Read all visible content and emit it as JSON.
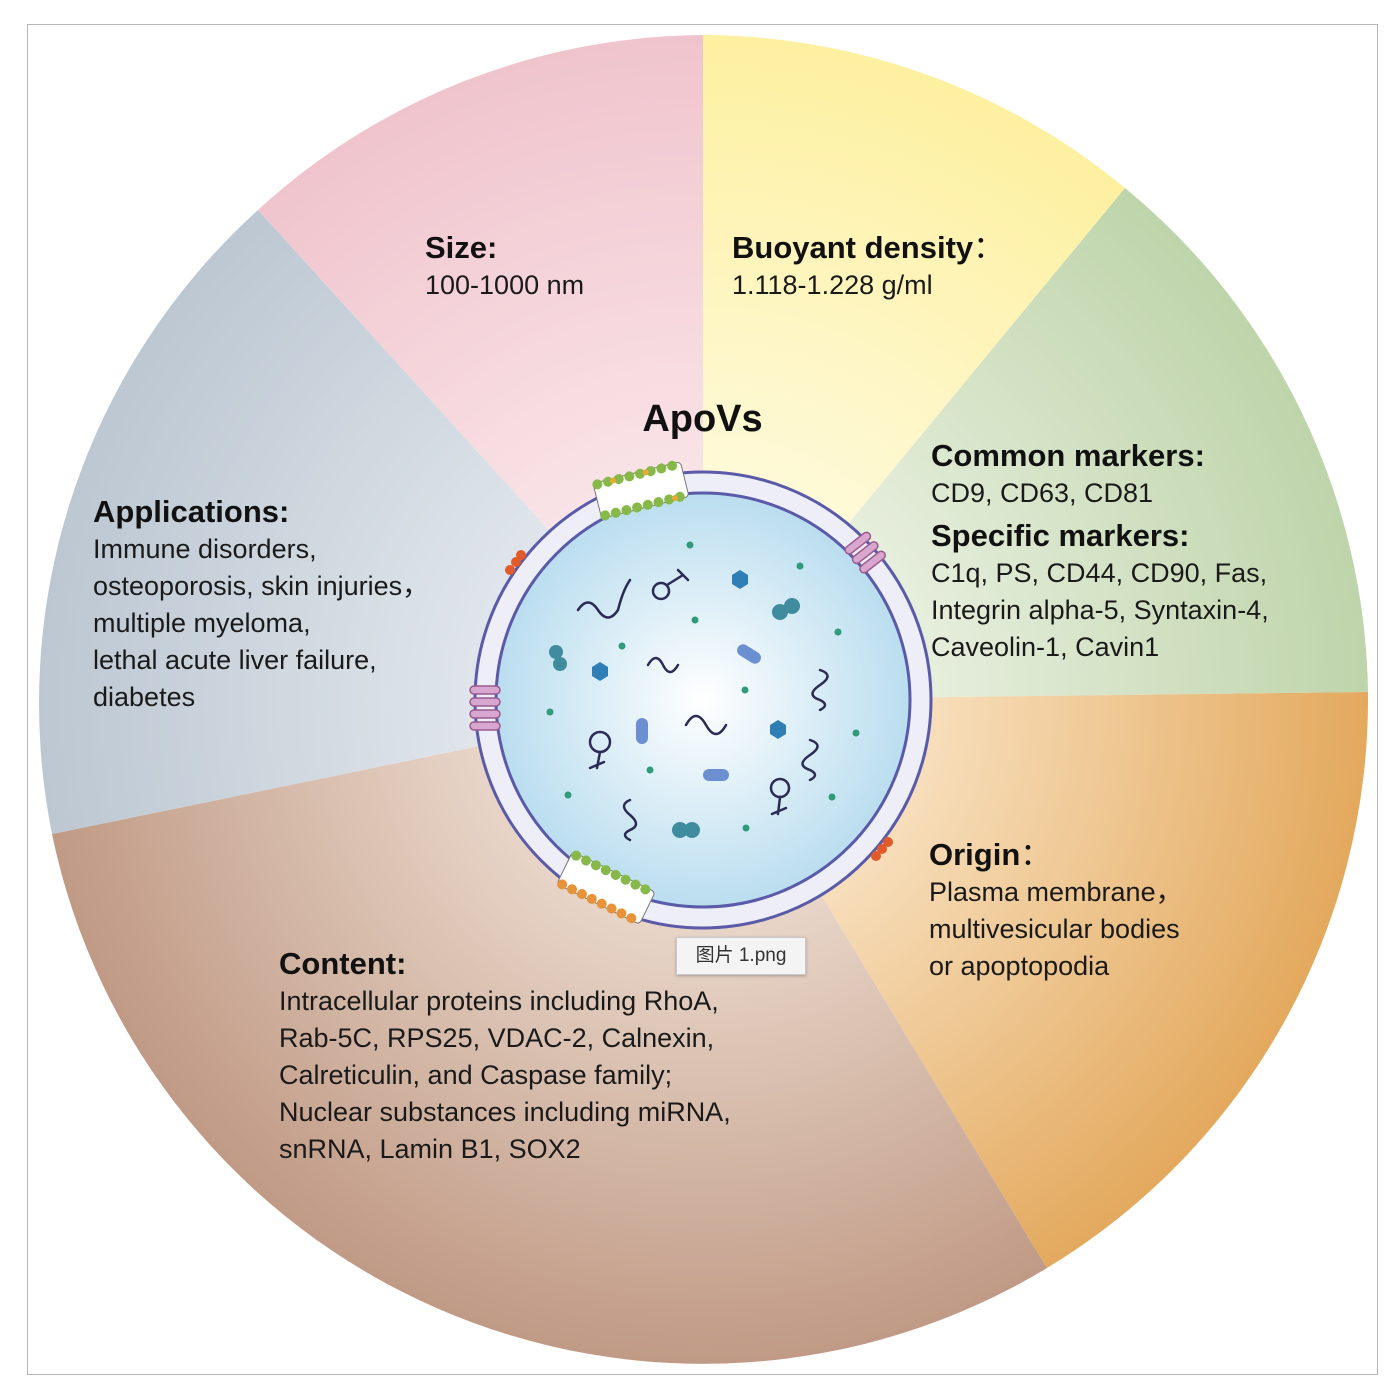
{
  "title": "ApoVs",
  "sections": {
    "size": {
      "heading": "Size:",
      "lines": [
        "100-1000 nm"
      ]
    },
    "density": {
      "heading": "Buoyant density",
      "punct": "：",
      "lines": [
        "1.118-1.228 g/ml"
      ]
    },
    "markers": {
      "common_heading": "Common markers:",
      "common_lines": [
        "CD9, CD63, CD81"
      ],
      "specific_heading": "Specific markers:",
      "specific_lines": [
        "C1q, PS, CD44, CD90, Fas,",
        "Integrin alpha-5, Syntaxin-4,",
        "Caveolin-1, Cavin1"
      ]
    },
    "origin": {
      "heading": "Origin",
      "punct": "：",
      "lines": [
        "Plasma membrane，",
        "multivesicular bodies",
        "or apoptopodia"
      ]
    },
    "content": {
      "heading": "Content:",
      "lines": [
        "Intracellular proteins including RhoA,",
        "Rab-5C, RPS25, VDAC-2, Calnexin,",
        "Calreticulin, and Caspase family;",
        "Nuclear substances including miRNA,",
        "snRNA, Lamin B1, SOX2"
      ]
    },
    "applications": {
      "heading": "Applications:",
      "lines": [
        "Immune disorders,",
        "osteoporosis, skin injuries，",
        "multiple myeloma,",
        "lethal acute liver failure,",
        "diabetes"
      ]
    }
  },
  "tooltip": "图片 1.png",
  "colors": {
    "size": "#f2c6cf",
    "density": "#fdf1a4",
    "markers": "#c3d7b1",
    "origin": "#e6b06a",
    "content": "#c5a08c",
    "applications": "#c2ccd6",
    "vesicle_fill": "#d4ecf6",
    "membrane": "#5a5aa8"
  }
}
